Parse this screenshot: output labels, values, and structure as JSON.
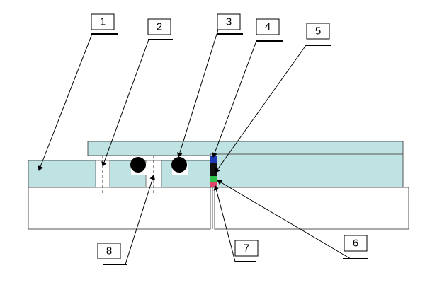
{
  "labels": {
    "l1": "1",
    "l2": "2",
    "l3": "3",
    "l4": "4",
    "l5": "5",
    "l6": "6",
    "l7": "7",
    "l8": "8"
  },
  "colors": {
    "block": "#bfe3e3",
    "seal_blue": "#1f3ab8",
    "seal_black": "#111111",
    "seal_green": "#2ec24a",
    "seal_red": "#e0446a"
  }
}
